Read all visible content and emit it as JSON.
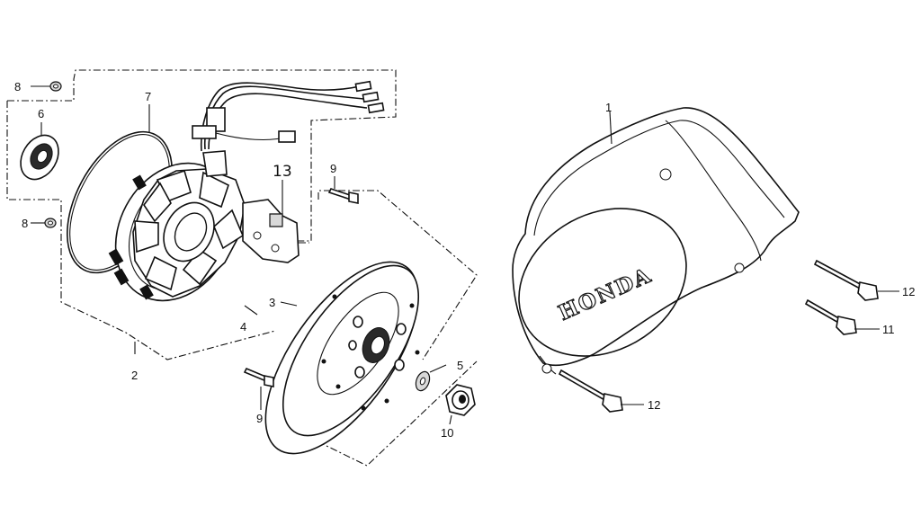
{
  "diagram": {
    "callouts": {
      "c1": "1",
      "c2": "2",
      "c3": "3",
      "c4": "4",
      "c5": "5",
      "c6": "6",
      "c7": "7",
      "c8a": "8",
      "c8b": "8",
      "c9a": "9",
      "c9b": "9",
      "c10": "10",
      "c11": "11",
      "c12a": "12",
      "c12b": "12",
      "c13": "13"
    },
    "logo_text": "HONDA"
  }
}
